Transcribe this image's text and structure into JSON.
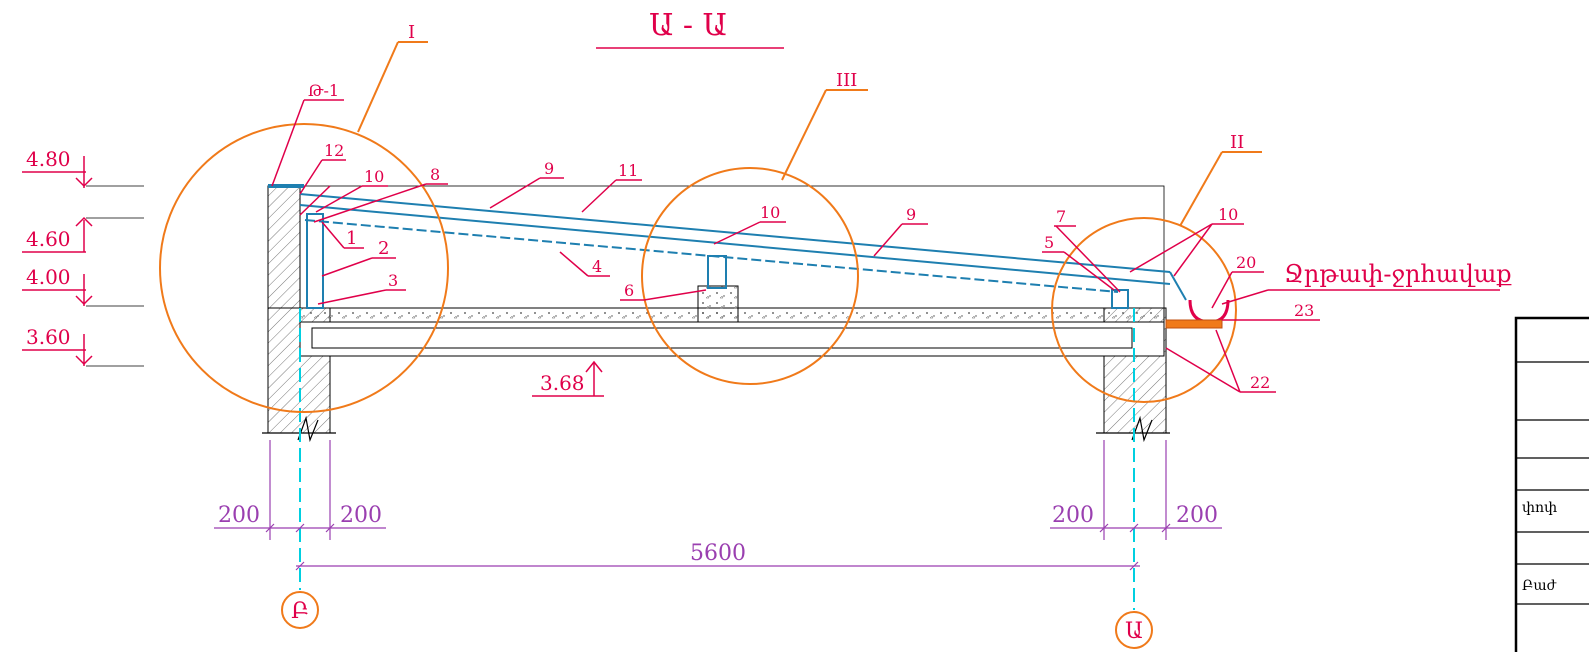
{
  "section_title": "Ա - Ա",
  "circle_labels": {
    "I": "I",
    "II": "II",
    "III": "III"
  },
  "elevations": [
    "4.80",
    "4.60",
    "4.00",
    "3.60"
  ],
  "slab_elevation": "3.68",
  "node_mark": "Թ-1",
  "callouts": {
    "n1": "1",
    "n2": "2",
    "n3": "3",
    "n4": "4",
    "n5": "5",
    "n6": "6",
    "n7": "7",
    "n8": "8",
    "n9a": "9",
    "n9b": "9",
    "n10a": "10",
    "n10b": "10",
    "n10c": "10",
    "n11": "11",
    "n12": "12",
    "n20": "20",
    "n22": "22",
    "n23": "23"
  },
  "drain_label": "Ջրթափ-ջրհավաք",
  "dimensions": {
    "left_a": "200",
    "left_b": "200",
    "right_a": "200",
    "right_b": "200",
    "span": "5600"
  },
  "axes": {
    "left": "Բ",
    "right": "Ա"
  },
  "title_block": {
    "row_a": "փոփ",
    "row_b": "Բաժ"
  },
  "colors": {
    "red": "#e0004a",
    "orange": "#f07a1a",
    "purple": "#9a3fb0",
    "blue": "#1e7fb0",
    "cyan": "#00cfe0"
  }
}
